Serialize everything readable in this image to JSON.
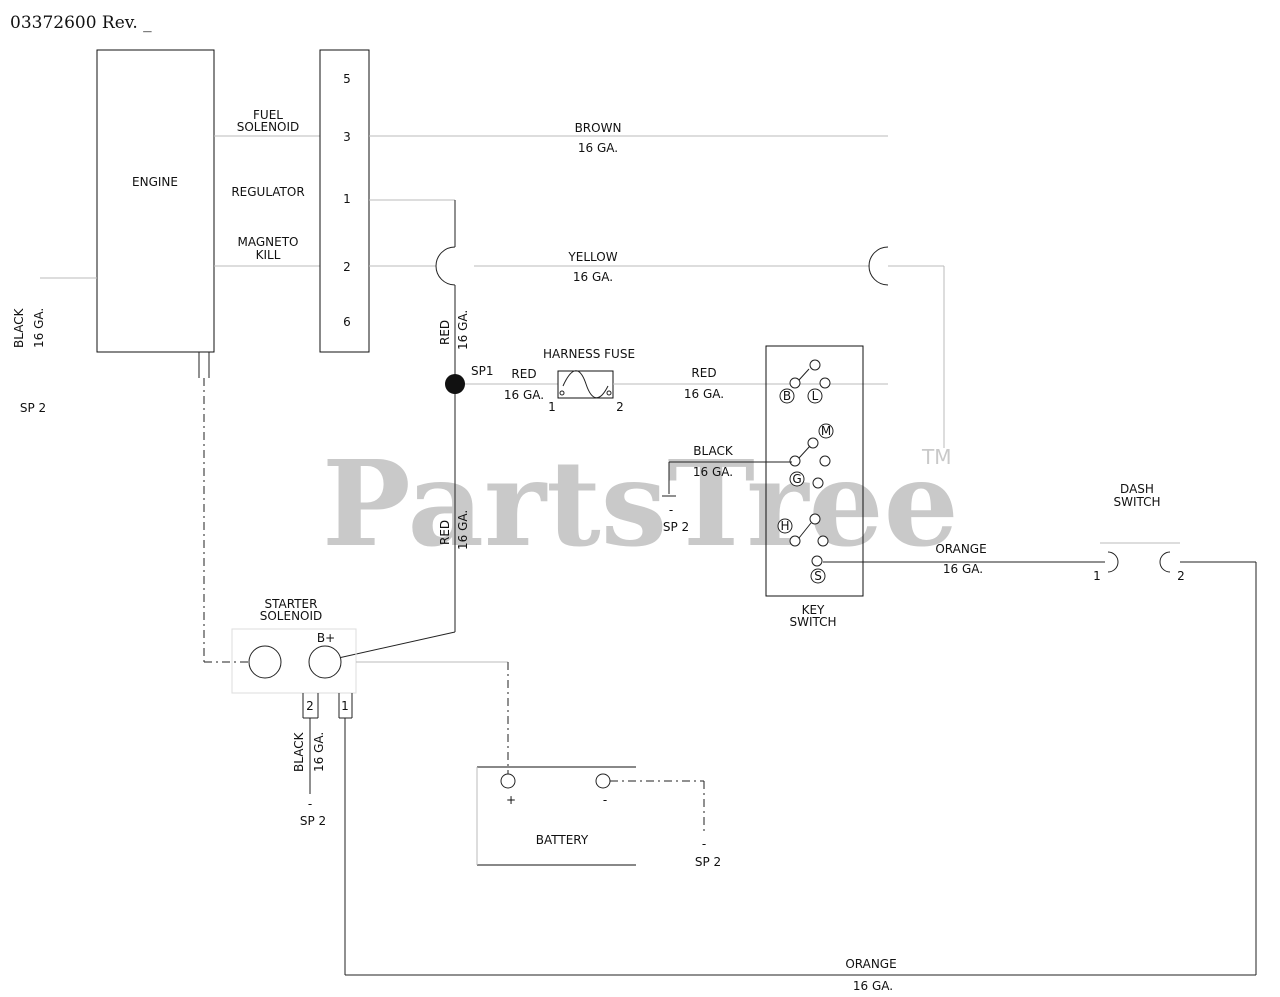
{
  "header": {
    "part_number": "03372600 Rev. _"
  },
  "watermark": {
    "brand": "PartsTree",
    "trademark": "TM"
  },
  "engine": {
    "label": "ENGINE"
  },
  "connector": {
    "pins": [
      "5",
      "3",
      "1",
      "2",
      "6"
    ],
    "fuel_solenoid": [
      "FUEL",
      "SOLENOID"
    ],
    "regulator": "REGULATOR",
    "magneto_kill": [
      "MAGNETO",
      "KILL"
    ]
  },
  "wires": {
    "brown": {
      "color": "BROWN",
      "gauge": "16 GA."
    },
    "yellow": {
      "color": "YELLOW",
      "gauge": "16 GA."
    },
    "red_vertical_top": {
      "color": "RED",
      "gauge": "16 GA."
    },
    "red_vertical_bottom": {
      "color": "RED",
      "gauge": "16 GA."
    },
    "red_fuse_left": {
      "color": "RED",
      "gauge": "16 GA."
    },
    "red_fuse_right": {
      "color": "RED",
      "gauge": "16 GA."
    },
    "black_left": {
      "color": "BLACK",
      "gauge": "16 GA."
    },
    "black_key": {
      "color": "BLACK",
      "gauge": "16 GA."
    },
    "black_solenoid": {
      "color": "BLACK",
      "gauge": "16 GA."
    },
    "orange_dash": {
      "color": "ORANGE",
      "gauge": "16 GA."
    },
    "orange_bottom": {
      "color": "ORANGE",
      "gauge": "16 GA."
    }
  },
  "splice": {
    "label": "SP1"
  },
  "ground": {
    "label": "SP 2",
    "minus": "-"
  },
  "fuse": {
    "label": "HARNESS FUSE",
    "pin1": "1",
    "pin2": "2"
  },
  "key_switch": {
    "label": [
      "KEY",
      "SWITCH"
    ],
    "terminals": [
      "B",
      "L",
      "M",
      "G",
      "H",
      "S"
    ]
  },
  "dash_switch": {
    "label": [
      "DASH",
      "SWITCH"
    ],
    "pin1": "1",
    "pin2": "2"
  },
  "starter_solenoid": {
    "label": [
      "STARTER",
      "SOLENOID"
    ],
    "bplus": "B+",
    "pin2": "2",
    "pin1": "1"
  },
  "battery": {
    "label": "BATTERY",
    "plus": "+",
    "minus": "-"
  }
}
